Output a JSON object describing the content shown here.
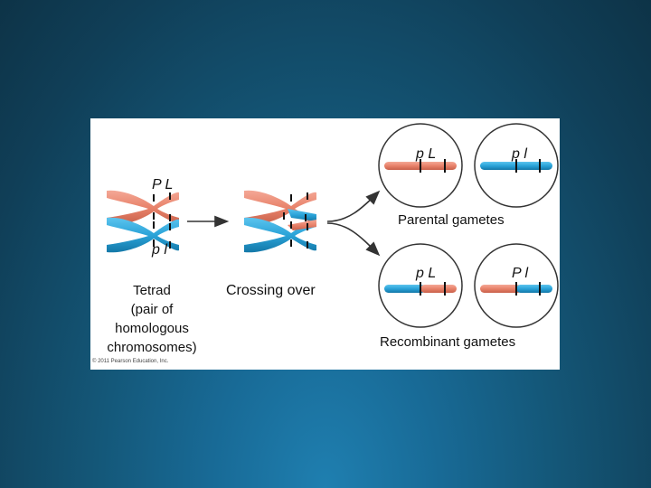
{
  "diagram": {
    "tetrad_alleles_top": "P L",
    "tetrad_alleles_bottom": "p l",
    "tetrad_caption": [
      "Tetrad",
      "(pair of",
      "homologous",
      "chromosomes)"
    ],
    "crossing_over_label": "Crossing over",
    "parental_label": "Parental gametes",
    "recombinant_label": "Recombinant gametes",
    "gametes": {
      "parental_1": "p  L",
      "parental_2": "p  l",
      "recombinant_1": "p  L",
      "recombinant_2": "P  l"
    },
    "credit": "© 2011 Pearson Education, Inc.",
    "colors": {
      "red_chromosome": "#e8826a",
      "blue_chromosome": "#2aa3d8",
      "band": "#111111"
    }
  }
}
